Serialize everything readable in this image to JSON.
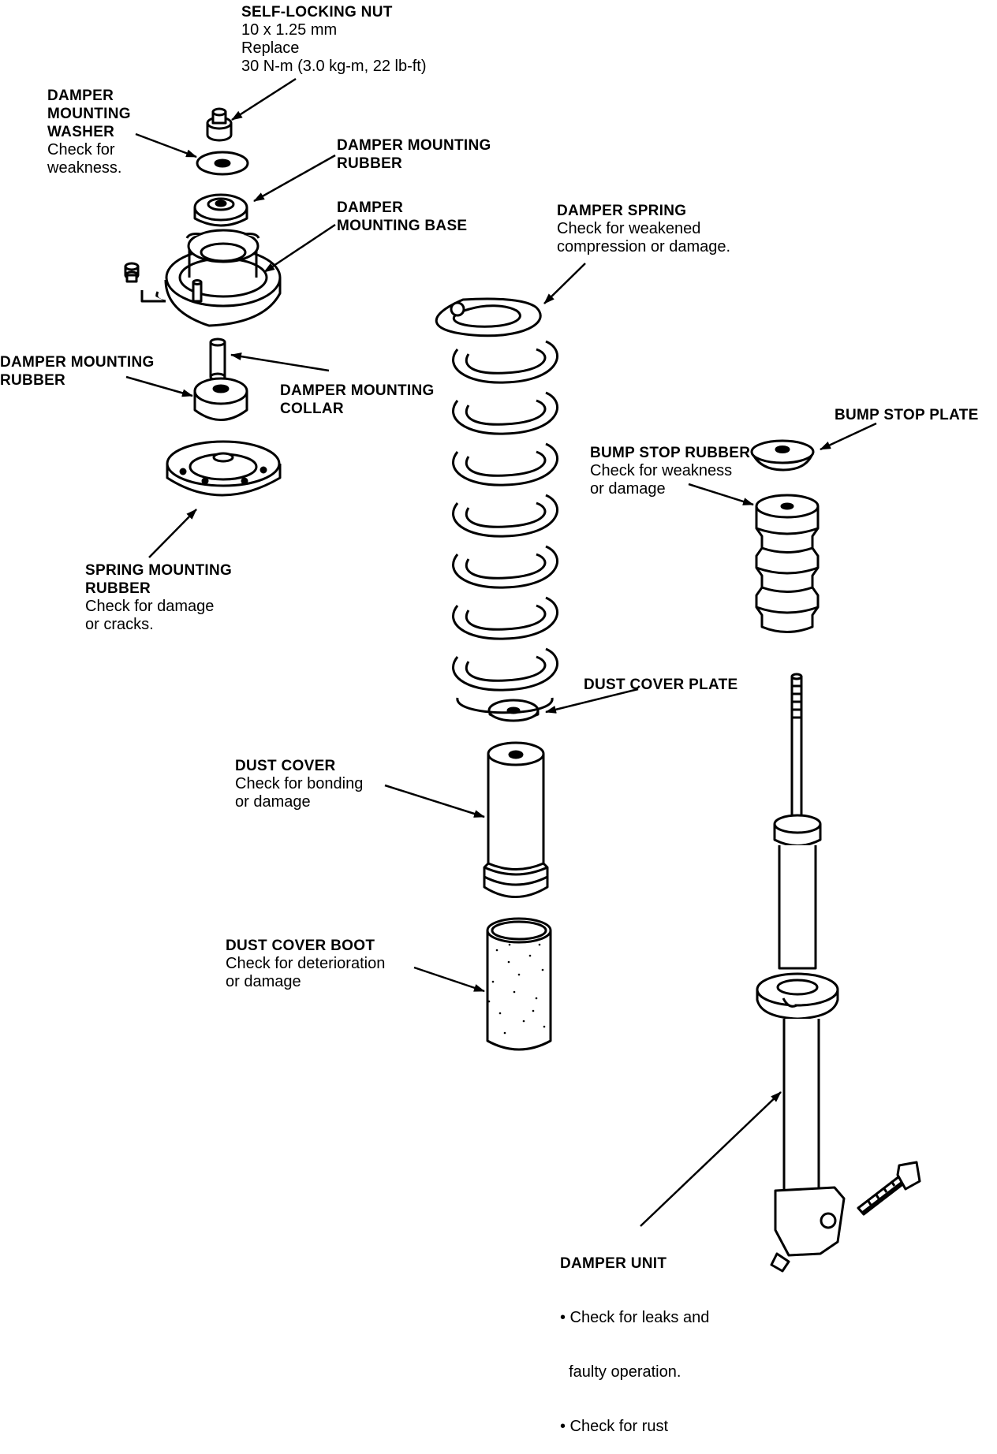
{
  "self_locking_nut": {
    "title": "SELF-LOCKING NUT",
    "notes": [
      "10 x 1.25 mm",
      "Replace",
      "30 N-m (3.0 kg-m, 22 lb-ft)"
    ]
  },
  "damper_mounting_washer": {
    "title": [
      "DAMPER",
      "MOUNTING",
      "WASHER"
    ],
    "notes": [
      "Check for",
      "weakness."
    ]
  },
  "damper_mounting_rubber_upper": {
    "title": [
      "DAMPER MOUNTING",
      "RUBBER"
    ]
  },
  "damper_mounting_base": {
    "title": [
      "DAMPER",
      "MOUNTING BASE"
    ]
  },
  "damper_spring": {
    "title": "DAMPER SPRING",
    "notes": [
      "Check for weakened",
      "compression or damage."
    ]
  },
  "damper_mounting_rubber_lower": {
    "title": [
      "DAMPER MOUNTING",
      "RUBBER"
    ]
  },
  "damper_mounting_collar": {
    "title": [
      "DAMPER MOUNTING",
      "COLLAR"
    ]
  },
  "bump_stop_plate": {
    "title": "BUMP STOP PLATE"
  },
  "bump_stop_rubber": {
    "title": "BUMP STOP RUBBER",
    "notes": [
      "Check for weakness",
      "or damage"
    ]
  },
  "spring_mounting_rubber": {
    "title": [
      "SPRING MOUNTING",
      "RUBBER"
    ],
    "notes": [
      "Check for damage",
      "or cracks."
    ]
  },
  "dust_cover_plate": {
    "title": "DUST COVER PLATE"
  },
  "dust_cover": {
    "title": "DUST COVER",
    "notes": [
      "Check for bonding",
      "or damage"
    ]
  },
  "dust_cover_boot": {
    "title": "DUST COVER BOOT",
    "notes": [
      "Check for deterioration",
      "or damage"
    ]
  },
  "damper_unit": {
    "title": "DAMPER UNIT",
    "notes": [
      "• Check for leaks and",
      "  faulty operation.",
      "• Check for rust"
    ]
  }
}
